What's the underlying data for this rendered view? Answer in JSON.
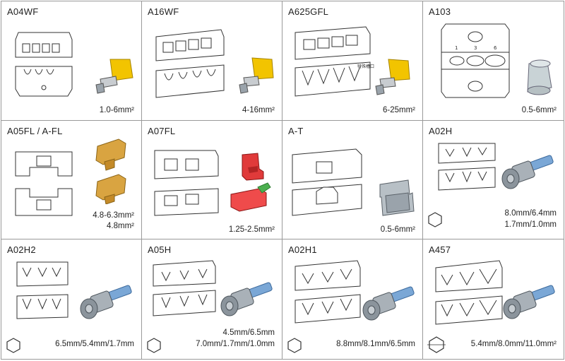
{
  "cells": [
    {
      "code": "A04WF",
      "spec": [
        "1.0-6mm²"
      ]
    },
    {
      "code": "A16WF",
      "spec": [
        "4-16mm²"
      ]
    },
    {
      "code": "A625GFL",
      "spec": [
        "6-25mm²"
      ]
    },
    {
      "code": "A103",
      "spec": [
        "0.5-6mm²"
      ]
    },
    {
      "code": "A05FL / A-FL",
      "spec": [
        "4.8-6.3mm²",
        "4.8mm²"
      ]
    },
    {
      "code": "A07FL",
      "spec": [
        "1.25-2.5mm²"
      ]
    },
    {
      "code": "A-T",
      "spec": [
        "0.5-6mm²"
      ]
    },
    {
      "code": "A02H",
      "spec": [
        "8.0mm/6.4mm",
        "1.7mm/1.0mm"
      ]
    },
    {
      "code": "A02H2",
      "spec": [
        "6.5mm/5.4mm/1.7mm"
      ]
    },
    {
      "code": "A05H",
      "spec": [
        "4.5mm/6.5mm",
        "7.0mm/1.7mm/1.0mm"
      ]
    },
    {
      "code": "A02H1",
      "spec": [
        "8.8mm/8.1mm/6.5mm"
      ]
    },
    {
      "code": "A457",
      "spec": [
        "5.4mm/8.0mm/11.0mm²"
      ]
    }
  ],
  "die_labels": {
    "a103_positions": [
      "1",
      "3",
      "6"
    ],
    "a625_note": "特殊槽口"
  },
  "colors": {
    "ferrule_yellow": "#f2c400",
    "metal_gray": "#9aa3ab",
    "terminal_brass": "#d9a441",
    "terminal_red": "#e03a3a",
    "bnc_silver": "#8b949c",
    "bnc_blue": "#7aa7d6"
  },
  "icons": {
    "hex_marker": "hexagon-icon"
  }
}
